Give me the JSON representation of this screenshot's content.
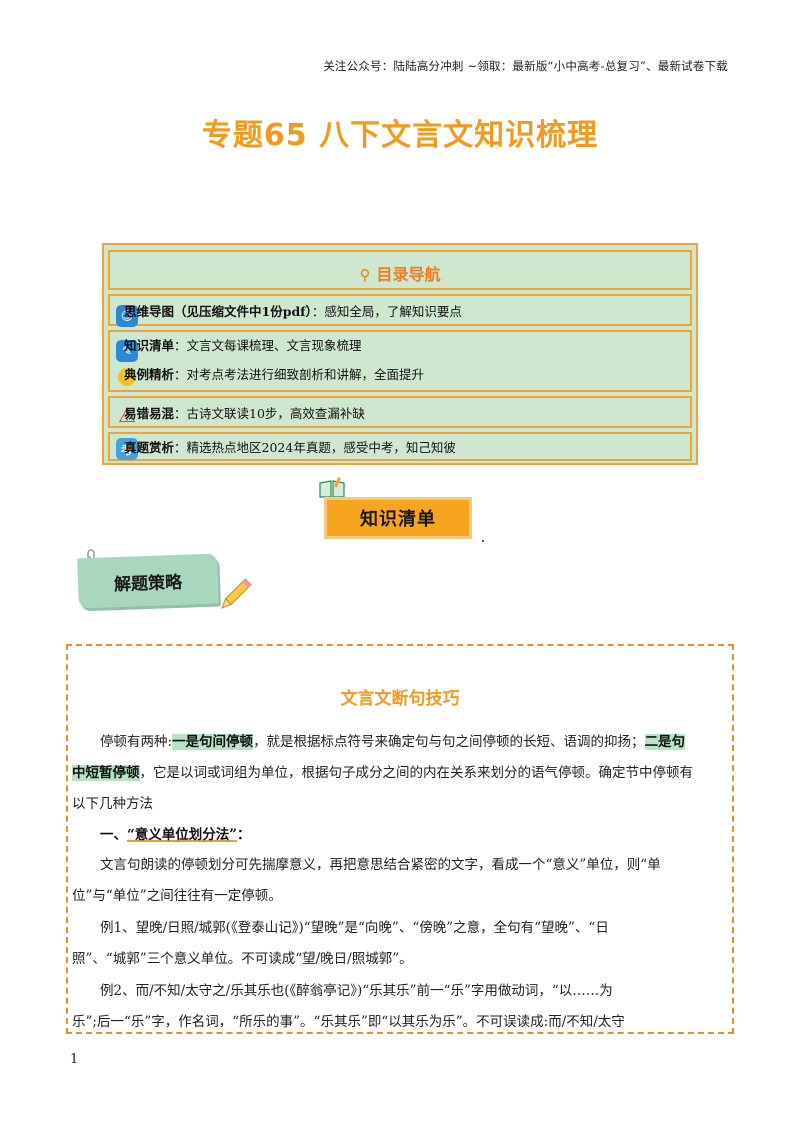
{
  "header_note": "关注公众号：陆陆高分冲刺 ~领取：最新版“小中高考-总复习”、最新试卷下载",
  "main_title": "专题65 八下文言文知识梳理",
  "toc": {
    "title": "目录导航",
    "row1": {
      "label": "思维导图（见压缩文件中1份pdf）",
      "text": "：感知全局，了解知识要点"
    },
    "row2a": {
      "label": "知识清单",
      "text": "：文言文每课梳理、文言现象梳理"
    },
    "row2b": {
      "label": "典例精析",
      "text": "：对考点考法进行细致剖析和讲解，全面提升"
    },
    "row3": {
      "label": "易错易混",
      "text": "：古诗文联读10步，高效查漏补缺"
    },
    "row4": {
      "label": "真题赏析",
      "text": "：精选热点地区2024年真题，感受中考，知己知彼"
    },
    "icon4_text": "考"
  },
  "banner_label": "知识清单",
  "strategy_label": "解题策略",
  "section_title": "文言文断句技巧",
  "para1": {
    "a": "停顿有两种:",
    "hl1": "一是句间停顿",
    "b": "，就是根据标点符号来确定句与句之间停顿的长短、语调的抑扬；",
    "hl2": "二是句",
    "hl3": "中短暂停顿",
    "c": "，它是以词或词组为单位，根据句子成分之间的内在关系来划分的语气停顿。确定节中停顿有",
    "d": "以下几种方法"
  },
  "heading1": {
    "prefix": "一、",
    "text": "“意义单位划分法”",
    "suffix": "："
  },
  "para2": {
    "a": "文言句朗读的停顿划分可先揣摩意义，再把意思结合紧密的文字，看成一个“意义”单位，则“单",
    "b": "位”与“单位”之间往往有一定停顿。"
  },
  "para3": {
    "a": "例1、望晚/日照/城郭(《登泰山记》)“望晚”是“向晚”、“傍晚”之意，全句有“望晚”、“日",
    "b": "照”、“城郭”三个意义单位。不可读成“望/晚日/照城郭”。"
  },
  "para4": {
    "a": "例2、而/不知/太守之/乐其乐也(《醉翁亭记》)“乐其乐”前一“乐”字用做动词，“以……为",
    "b": "乐”;后一“乐”字，作名词，“所乐的事”。“乐其乐”即“以其乐为乐”。不可误读成:而/不知/太守"
  },
  "page_number": "1",
  "colors": {
    "accent": "#f39a1e",
    "toc_bg": "#cfe6cf",
    "toc_border": "#f0a33a",
    "highlight": "#b8e3c4",
    "dashed": "#f08a2a"
  }
}
